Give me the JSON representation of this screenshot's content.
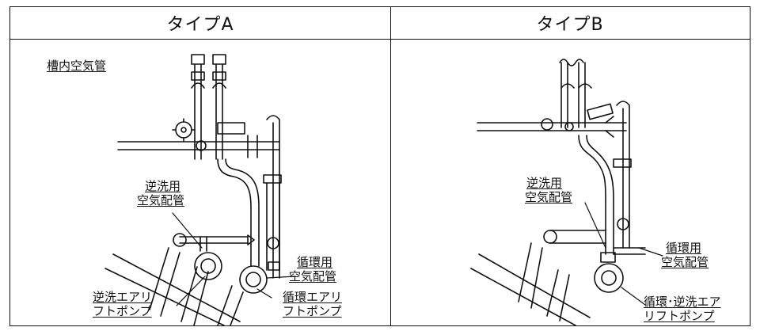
{
  "columns": {
    "type_a": "タイプA",
    "type_b": "タイプB"
  },
  "type_a": {
    "tank_air_pipe": "槽内空気管",
    "backwash_air_pipe": [
      "逆洗用",
      "空気配管"
    ],
    "circulation_air_pipe": [
      "循環用",
      "空気配管"
    ],
    "backwash_airlift_pump": [
      "逆洗エアリ",
      "フトポンプ"
    ],
    "circulation_airlift_pump": [
      "循環エアリ",
      "フトポンプ"
    ]
  },
  "type_b": {
    "backwash_air_pipe": [
      "逆洗用",
      "空気配管"
    ],
    "circulation_air_pipe": [
      "循環用",
      "空気配管"
    ],
    "circ_backwash_airlift_pump": [
      "循環･逆洗エア",
      "リフトポンプ"
    ]
  }
}
